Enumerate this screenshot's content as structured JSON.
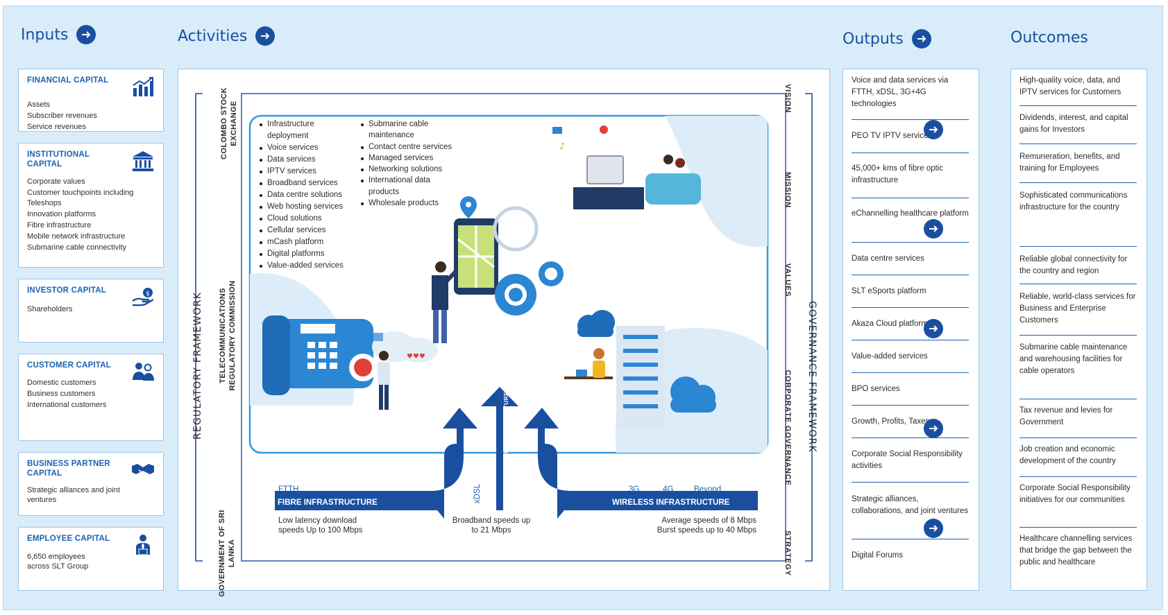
{
  "headings": {
    "inputs": "Inputs",
    "activities": "Activities",
    "outputs": "Outputs",
    "outcomes": "Outcomes"
  },
  "inputs": [
    {
      "title": "FINANCIAL CAPITAL",
      "icon": "bar-chart-icon",
      "items": [
        "Assets",
        "Subscriber revenues",
        "Service revenues"
      ]
    },
    {
      "title": "INSTITUTIONAL CAPITAL",
      "icon": "institution-building-icon",
      "items": [
        "Corporate values",
        "Customer touchpoints including",
        "Teleshops",
        "Innovation platforms",
        "Fibre infrastructure",
        "Mobile network infrastructure",
        "Submarine cable connectivity"
      ]
    },
    {
      "title": "INVESTOR CAPITAL",
      "icon": "hand-money-bag-icon",
      "items": [
        "Shareholders"
      ]
    },
    {
      "title": "CUSTOMER CAPITAL",
      "icon": "people-icon",
      "items": [
        "Domestic customers",
        "Business customers",
        "International customers"
      ]
    },
    {
      "title": "BUSINESS PARTNER CAPITAL",
      "icon": "handshake-icon",
      "items": [
        "Strategic alliances and joint ventures"
      ]
    },
    {
      "title": "EMPLOYEE CAPITAL",
      "icon": "employee-icon",
      "items": [
        "6,650 employees across SLT Group"
      ]
    }
  ],
  "activities": {
    "regulatory_framework": "REGULATORY FRAMEWORK",
    "governance_framework": "GOVERNANCE FRAMEWORK",
    "regulators": [
      "COLOMBO STOCK EXCHANGE",
      "TELECOMMUNICATIONS REGULATORY COMMISSION",
      "GOVERNMENT OF SRI LANKA"
    ],
    "governance": [
      "VISION",
      "MISSION",
      "VALUES",
      "CORPORATE GOVERNANCE",
      "STRATEGY"
    ],
    "services_col1": [
      "Infrastructure",
      "deployment",
      "Voice services",
      "Data services",
      "IPTV services",
      "Broadband services",
      "Data centre solutions",
      "Web hosting services",
      "Cloud solutions",
      "Cellular services",
      "mCash platform",
      "Digital platforms",
      "Value-added services"
    ],
    "services_col2": [
      "Submarine cable maintenance",
      "Contact centre services",
      "Managed services",
      "Networking solutions",
      "International data products",
      "Wholesale products"
    ],
    "fibre": {
      "tag": "FTTH",
      "label": "FIBRE INFRASTRUCTURE",
      "note": "Low latency download speeds Up to 100 Mbps"
    },
    "copper": {
      "tag": "xDSL",
      "label": "COPPER INFRASTRUCTURE",
      "note": "Broadband speeds up to 21 Mbps"
    },
    "wireless": {
      "tags": [
        "3G",
        "4G",
        "Beyond"
      ],
      "label": "WIRELESS INFRASTRUCTURE",
      "note_line1": "Average speeds of 8 Mbps",
      "note_line2": "Burst speeds up to 40 Mbps"
    }
  },
  "outputs": [
    "Voice and data services via FTTH, xDSL, 3G+4G technologies",
    "PEO TV IPTV services",
    "45,000+ kms of fibre optic infrastructure",
    "eChannelling healthcare platform",
    "Data centre services",
    "SLT eSports platform",
    "Akaza Cloud platform",
    "Value-added services",
    "BPO services",
    "Growth, Profits, Taxes",
    "Corporate Social Responsibility activities",
    "Strategic alliances, collaborations, and joint ventures",
    "Digital Forums"
  ],
  "outcomes": [
    "High-quality voice, data, and IPTV services for Customers",
    "Dividends, interest, and capital gains for Investors",
    "Remuneration, benefits, and training for Employees",
    "Sophisticated communications infrastructure for the country",
    "Reliable global connectivity for the country and region",
    "Reliable, world-class services for Business and Enterprise Customers",
    "Submarine cable maintenance and warehousing facilities for cable operators",
    "Tax revenue and levies for Government",
    "Job creation and economic development of the country",
    "Corporate Social Responsibility initiatives for our communities",
    "Healthcare channelling services that bridge the gap between the public and healthcare"
  ],
  "colors": {
    "primary": "#1a4fa0",
    "accent": "#1b62b0",
    "light_bg": "#d8ecfa",
    "illustration_blue": "#2b86d4"
  }
}
